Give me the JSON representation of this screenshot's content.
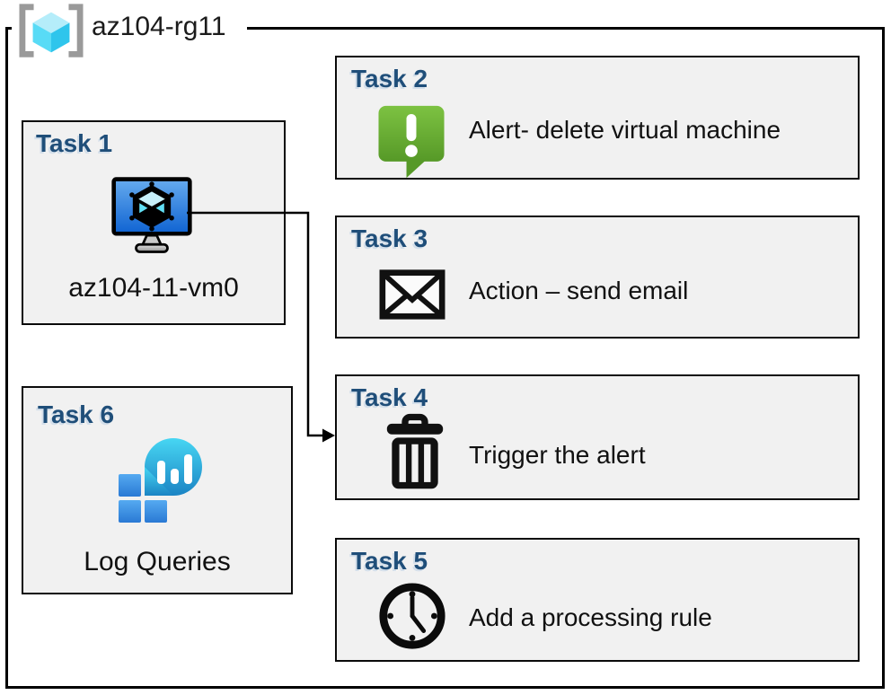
{
  "header": {
    "title": "az104-rg11",
    "icon": "resource-group-icon"
  },
  "tasks": {
    "t1": {
      "label": "Task 1",
      "caption": "az104-11-vm0",
      "icon": "virtual-machine-icon"
    },
    "t2": {
      "label": "Task 2",
      "description": "Alert- delete virtual machine",
      "icon": "alert-message-icon"
    },
    "t3": {
      "label": "Task 3",
      "description": "Action – send email",
      "icon": "email-envelope-icon"
    },
    "t4": {
      "label": "Task 4",
      "description": "Trigger the alert",
      "icon": "trash-icon"
    },
    "t5": {
      "label": "Task 5",
      "description": "Add a processing rule",
      "icon": "clock-icon"
    },
    "t6": {
      "label": "Task 6",
      "caption": "Log Queries",
      "icon": "log-queries-icon"
    }
  },
  "connector": {
    "from": "task1-virtual-machine",
    "to": "task4-box",
    "style": "elbow-arrow"
  },
  "colors": {
    "task_label_blue": "#1f4e79",
    "box_fill_gray": "#f1f1f1",
    "box_border_black": "#000000",
    "alert_green_light": "#7dc242",
    "alert_green_dark": "#569927",
    "vm_screen_blue_light": "#66abee",
    "vm_screen_blue_dark": "#0f63d2",
    "log_bubble_cyan_light": "#47d6f3",
    "log_bubble_cyan_dark": "#1b84c4",
    "log_square_blue_light": "#55aaf1",
    "log_square_blue_dark": "#2a79d4",
    "rg_bracket_gray": "#9a9a9a",
    "rg_cube_top": "#b5edfa",
    "rg_cube_left": "#58dbf6",
    "rg_cube_right": "#2fc5ec"
  }
}
